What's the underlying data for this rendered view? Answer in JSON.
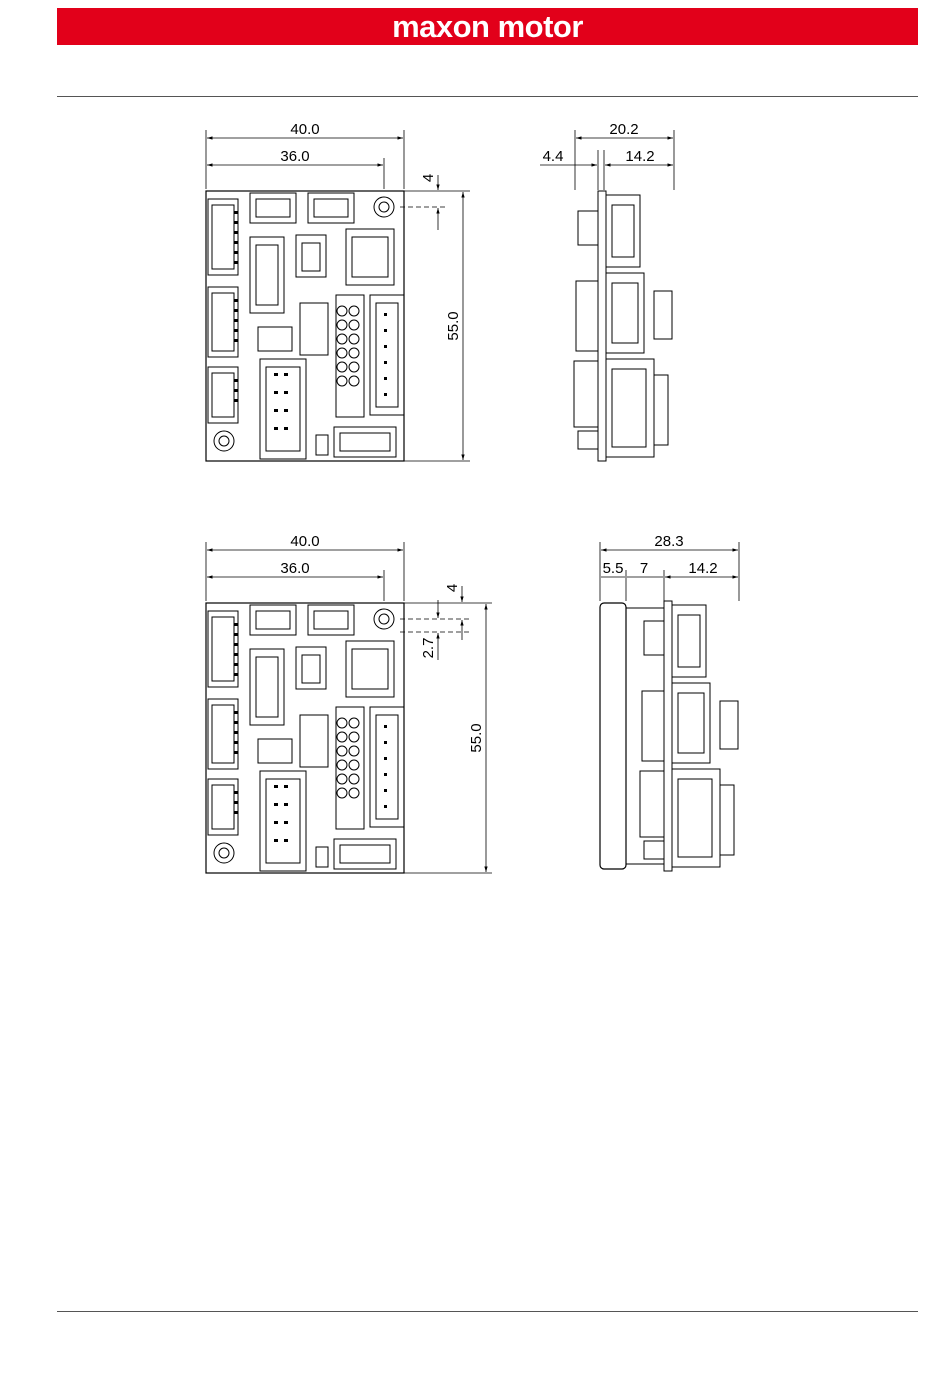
{
  "header": {
    "brand": "maxon motor",
    "brand_color": "#e2001a"
  },
  "drawing_top": {
    "front_view": {
      "overall_width": "40.0",
      "hole_spacing": "36.0",
      "hole_offset": "4",
      "height": "55.0"
    },
    "side_view": {
      "overall_depth": "20.2",
      "board_offset": "4.4",
      "connector_depth": "14.2"
    }
  },
  "drawing_bottom": {
    "front_view": {
      "overall_width": "40.0",
      "hole_spacing": "36.0",
      "hole_offset": "4",
      "hole_offset_2": "2.7",
      "height": "55.0"
    },
    "side_view": {
      "overall_depth": "28.3",
      "heatsink": "5.5",
      "spacer": "7",
      "connector_depth": "14.2"
    }
  }
}
